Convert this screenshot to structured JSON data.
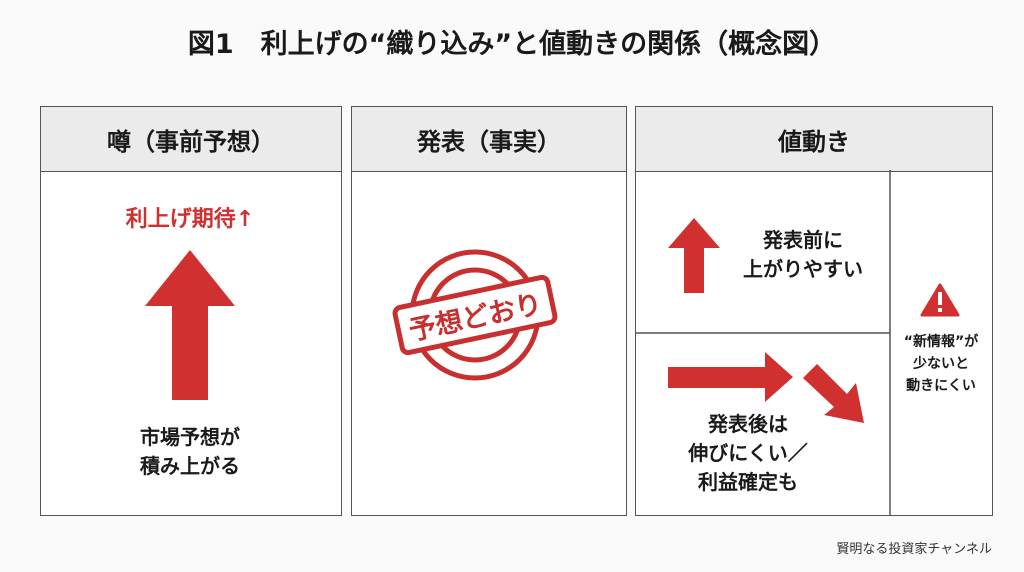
{
  "title": "図1　利上げの“織り込み”と値動きの関係（概念図）",
  "panels": [
    {
      "header": "噂（事前予想）",
      "label_red": "利上げ期待↑",
      "caption": [
        "市場予想が",
        "積み上がる"
      ]
    },
    {
      "header": "発表（事実）",
      "stamp": "予想どおり"
    },
    {
      "header": "値動き",
      "top_text": [
        "発表前に",
        "上がりやすい"
      ],
      "bottom_text": [
        "発表後は",
        "伸びにくい／",
        "利益確定も"
      ],
      "side_text": [
        "“新情報”が",
        "少ないと",
        "動きにくい"
      ]
    }
  ],
  "footer": "賢明なる投資家チャンネル",
  "colors": {
    "accent": "#d03030",
    "header_bg": "#ebebeb"
  }
}
